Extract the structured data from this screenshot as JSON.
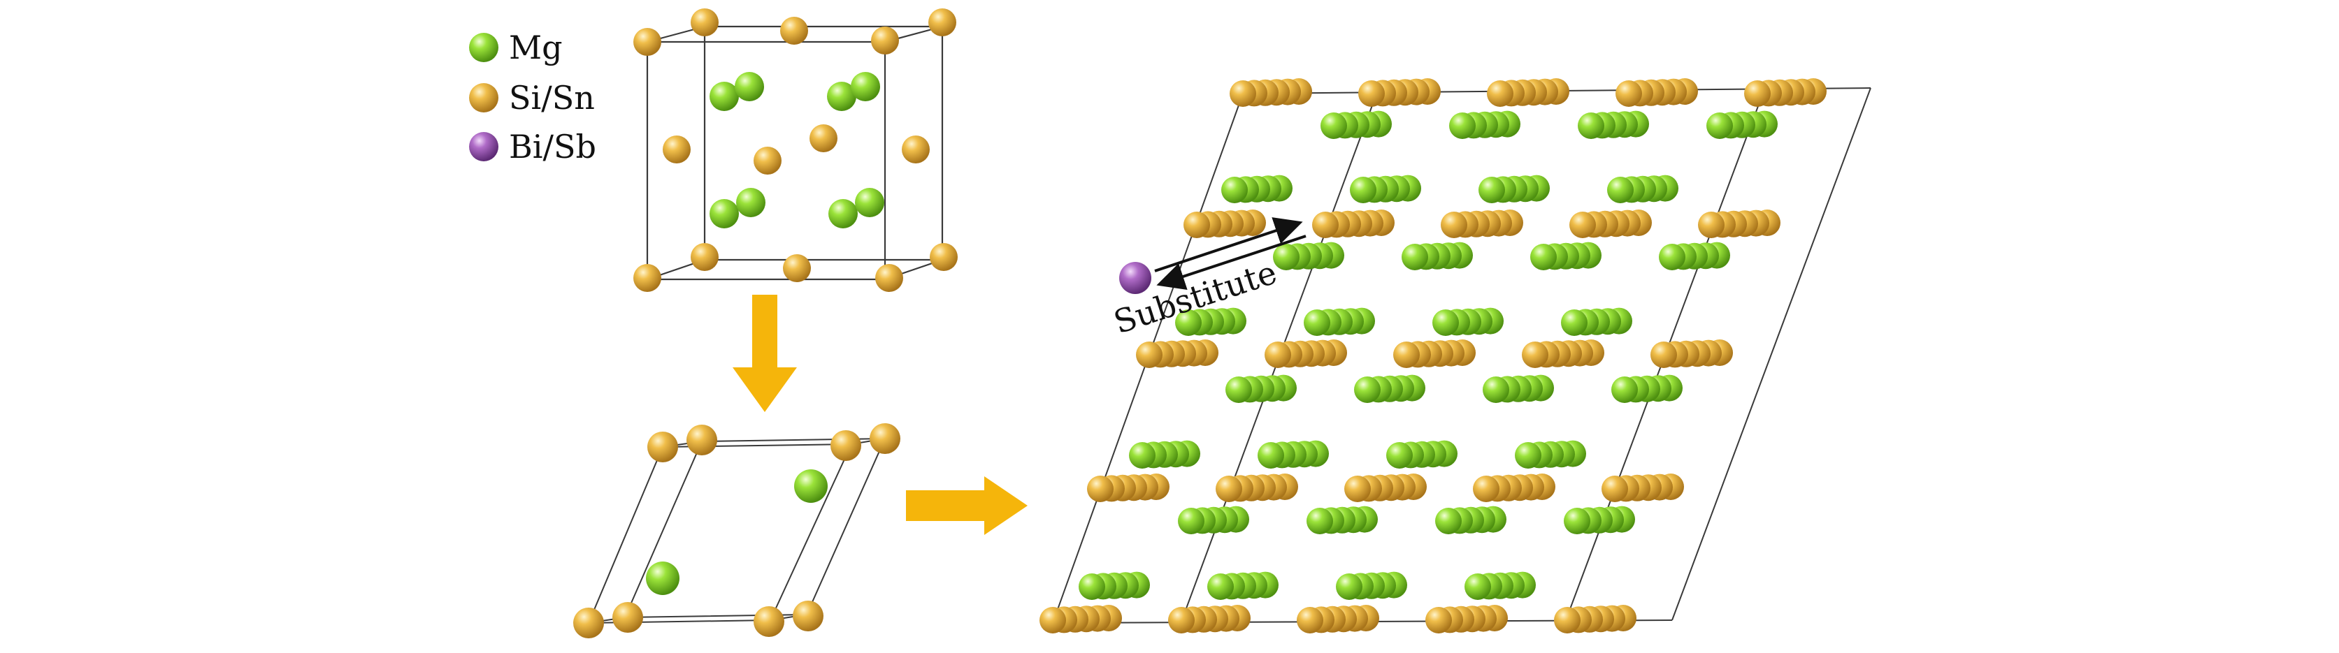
{
  "legend": {
    "items": [
      {
        "label": "Mg",
        "color": "#7fd321"
      },
      {
        "label": "Si/Sn",
        "color": "#e8b33a"
      },
      {
        "label": "Bi/Sb",
        "color": "#a55bbf"
      }
    ]
  },
  "annotation": {
    "substitute_label": "Substitute"
  },
  "colors": {
    "mg": "#7fd321",
    "si_sn": "#e8b33a",
    "bi_sb": "#a55bbf",
    "arrow": "#f5b50b",
    "edge": "#3a3a3a"
  }
}
